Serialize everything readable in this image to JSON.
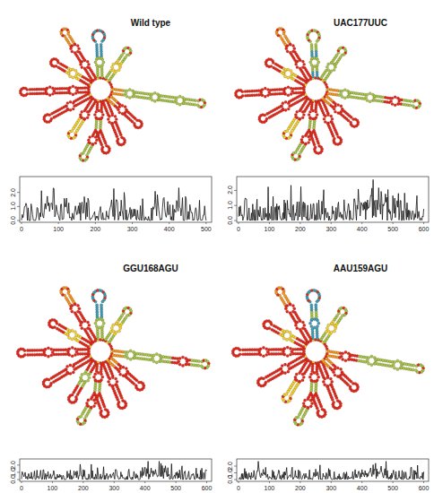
{
  "diagram": {
    "labels": [
      "Wild type",
      "0.0",
      "1.0",
      "2.0",
      "0",
      "100",
      "200",
      "300",
      "400",
      "500",
      "UAC177UUC",
      "0.0",
      "1.0",
      "2.0",
      "0",
      "100",
      "200",
      "300",
      "400",
      "500",
      "600",
      "GGU168AGU",
      "0.0",
      "1.0",
      "2.0",
      "0",
      "100",
      "200",
      "300",
      "400",
      "500",
      "600",
      "AAU159AGU",
      "0.0",
      "1.0",
      "2.0",
      "0",
      "100",
      "200",
      "300",
      "400",
      "500",
      "600"
    ]
  }
}
